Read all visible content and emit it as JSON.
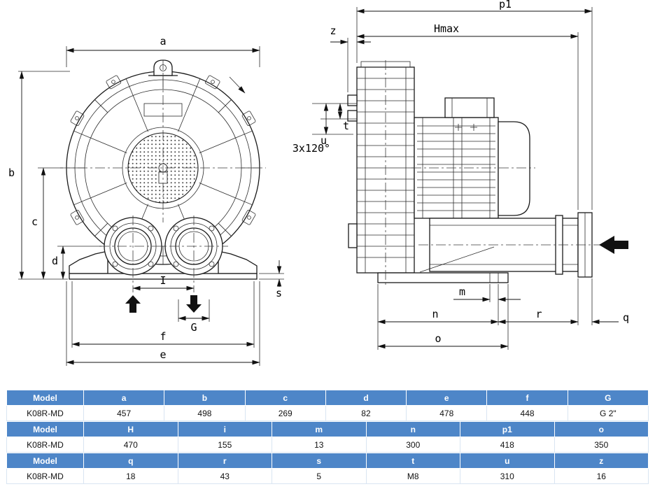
{
  "drawing": {
    "front": {
      "dim_a": "a",
      "dim_b": "b",
      "dim_c": "c",
      "dim_d": "d",
      "dim_I": "I",
      "dim_G": "G",
      "dim_f": "f",
      "dim_e": "e",
      "dim_s": "s"
    },
    "side": {
      "dim_p1": "p1",
      "dim_hmax": "Hmax",
      "dim_z": "z",
      "dim_t": "t",
      "dim_u": "u",
      "dim_angle": "3x120°",
      "dim_m": "m",
      "dim_n": "n",
      "dim_r": "r",
      "dim_q": "q",
      "dim_o": "o"
    }
  },
  "table": {
    "sections": [
      {
        "header": [
          "Model",
          "a",
          "b",
          "c",
          "d",
          "e",
          "f",
          "G"
        ],
        "row": [
          "K08R-MD",
          "457",
          "498",
          "269",
          "82",
          "478",
          "448",
          "G 2\""
        ]
      },
      {
        "header": [
          "Model",
          "H",
          "i",
          "m",
          "n",
          "p1",
          "o"
        ],
        "row": [
          "K08R-MD",
          "470",
          "155",
          "13",
          "300",
          "418",
          "350"
        ]
      },
      {
        "header": [
          "Model",
          "q",
          "r",
          "s",
          "t",
          "u",
          "z"
        ],
        "row": [
          "K08R-MD",
          "18",
          "43",
          "5",
          "M8",
          "310",
          "16"
        ]
      }
    ]
  }
}
